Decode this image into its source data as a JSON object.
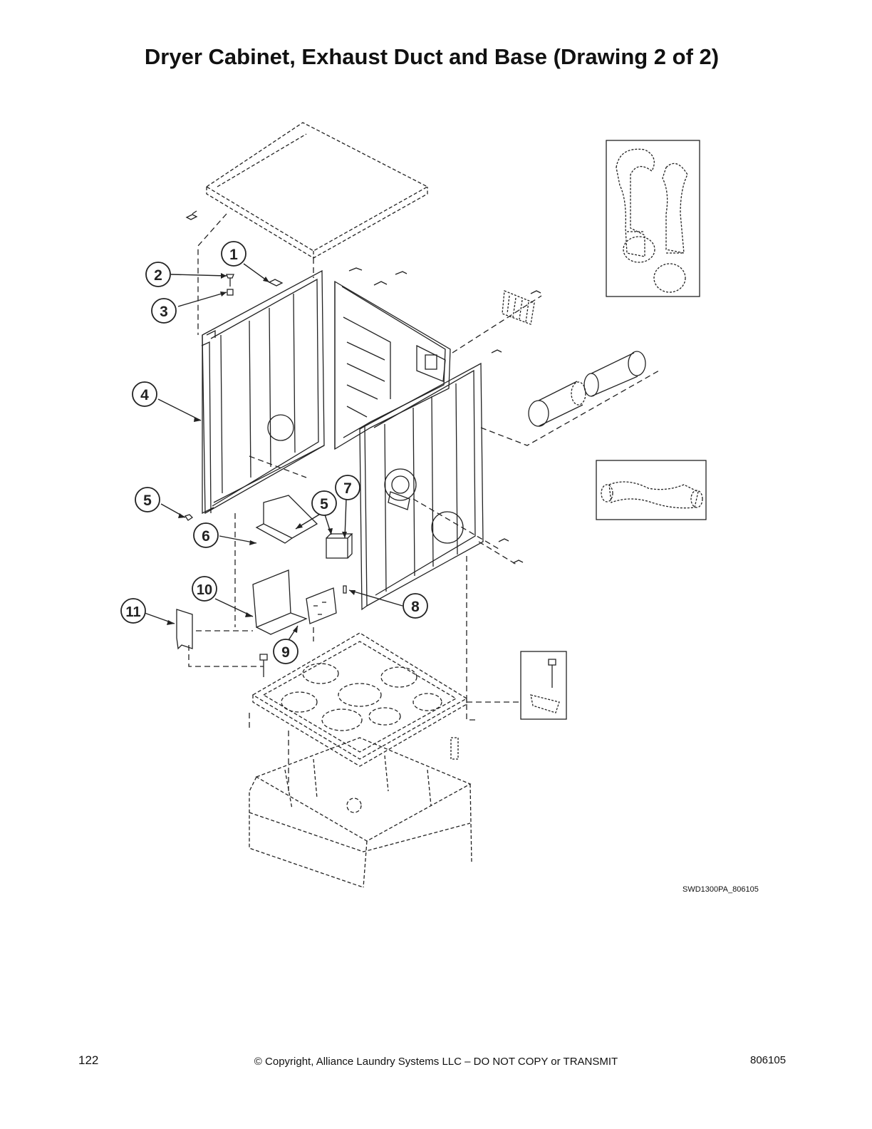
{
  "page": {
    "title": "Dryer Cabinet, Exhaust Duct and Base (Drawing 2 of 2)",
    "drawing_id": "SWD1300PA_806105",
    "page_number": "122",
    "copyright": "© Copyright, Alliance Laundry Systems LLC – DO NOT COPY or TRANSMIT",
    "document_number": "806105"
  },
  "callouts": [
    {
      "label": "1"
    },
    {
      "label": "2"
    },
    {
      "label": "3"
    },
    {
      "label": "4"
    },
    {
      "label": "5"
    },
    {
      "label": "6"
    },
    {
      "label": "5"
    },
    {
      "label": "7"
    },
    {
      "label": "10"
    },
    {
      "label": "11"
    },
    {
      "label": "8"
    },
    {
      "label": "9"
    }
  ]
}
